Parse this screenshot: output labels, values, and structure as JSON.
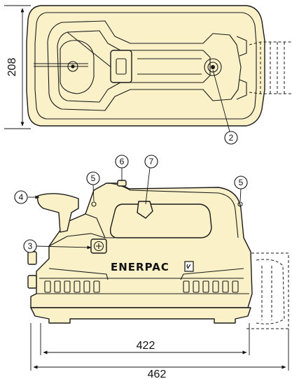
{
  "dimensions": {
    "height_top_view": "208",
    "length_inner": "422",
    "length_overall": "462"
  },
  "brand_label": "ENERPAC",
  "callouts": [
    "2",
    "3",
    "4",
    "5",
    "5",
    "6",
    "7"
  ],
  "colors": {
    "body_fill": "#fbf1c9",
    "outline": "#1a1a1a"
  }
}
